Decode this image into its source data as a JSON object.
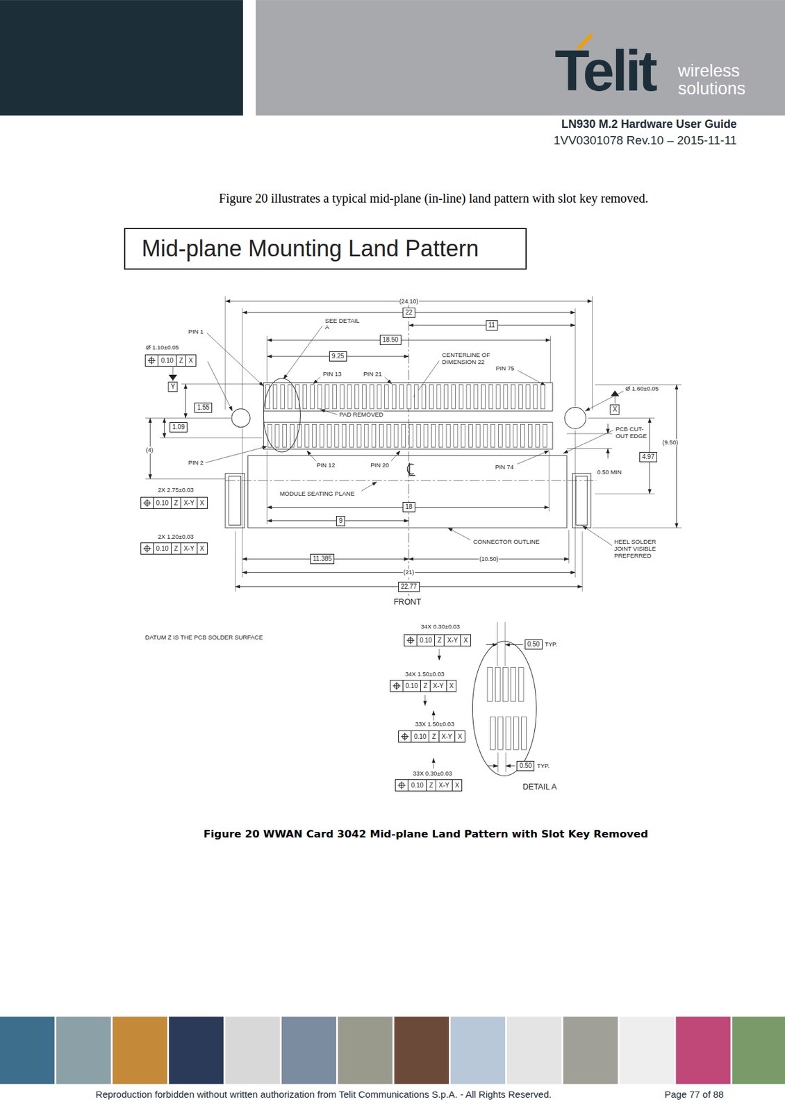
{
  "diagram": {
    "title": "Mid-plane Mounting Land Pattern",
    "caption": "Figure 20 WWAN Card 3042 Mid-plane Land Pattern with Slot Key Removed",
    "nodes": [
      {
        "text": [
          "22"
        ]
      },
      {
        "text": [
          "11"
        ]
      },
      {
        "text": [
          "18.50"
        ]
      },
      {
        "text": [
          "9.25"
        ]
      },
      {
        "text": [
          "0.10",
          "Z",
          "X"
        ]
      },
      {
        "text": [
          "Y"
        ]
      },
      {
        "text": [
          "1.55"
        ]
      },
      {
        "text": [
          "X"
        ]
      },
      {
        "text": [
          "1.09"
        ]
      },
      {
        "text": [
          "4.97"
        ]
      },
      {
        "text": [
          "0.10",
          "Z",
          "X-Y",
          "X"
        ]
      },
      {
        "text": [
          "18"
        ]
      },
      {
        "text": [
          "9"
        ]
      },
      {
        "text": [
          "0.10",
          "Z",
          "X-Y",
          "X"
        ]
      },
      {
        "text": [
          "11.385"
        ]
      },
      {
        "text": [
          "22.77"
        ]
      },
      {
        "text": [
          "0.10",
          "Z",
          "X-Y",
          "X"
        ]
      },
      {
        "text": [
          "0.50"
        ]
      },
      {
        "text": [
          "0.10",
          "Z",
          "X-Y",
          "X"
        ]
      },
      {
        "text": [
          "0.10",
          "Z",
          "X-Y",
          "X"
        ]
      },
      {
        "text": [
          "0.50"
        ]
      },
      {
        "text": [
          "0.10",
          "Z",
          "X-Y",
          "X"
        ]
      }
    ],
    "labels": [
      "Telit",
      "wireless",
      "solutions",
      "LN930 M.2 Hardware User Guide",
      "1VV0301078 Rev.10 – 2015-11-11",
      "Figure 20 illustrates a typical mid-plane (in-line) land pattern with slot key removed.",
      "(24.10)",
      "PIN 1",
      "SEE DETAIL A",
      "Ø 1.10±0.05",
      "CENTERLINE OF DIMENSION 22",
      "PIN 13",
      "PIN 21",
      "PIN 75",
      "Ø 1.60±0.05",
      "PAD REMOVED",
      "PCB CUT-OUT EDGE",
      "(9.50)",
      "(4)",
      "PIN 2",
      "PIN 12",
      "PIN 20",
      "PIN 74",
      "0.50 MIN",
      "2X 2.75±0.03",
      "MODULE SEATING PLANE",
      "2X 1.20±0.03",
      "CONNECTOR OUTLINE",
      "HEEL SOLDER JOINT VISIBLE PREFERRED",
      "(10.50)",
      "(21)",
      "FRONT",
      "DATUM Z IS THE PCB SOLDER SURFACE",
      "34X 0.30±0.03",
      "TYP.",
      "34X 1.50±0.03",
      "33X 1.50±0.03",
      "TYP.",
      "33X 0.30±0.03",
      "DETAIL A",
      "Reproduction forbidden without written authorization from Telit Communications S.p.A. - All Rights Reserved.",
      "Page 77 of 88"
    ]
  }
}
